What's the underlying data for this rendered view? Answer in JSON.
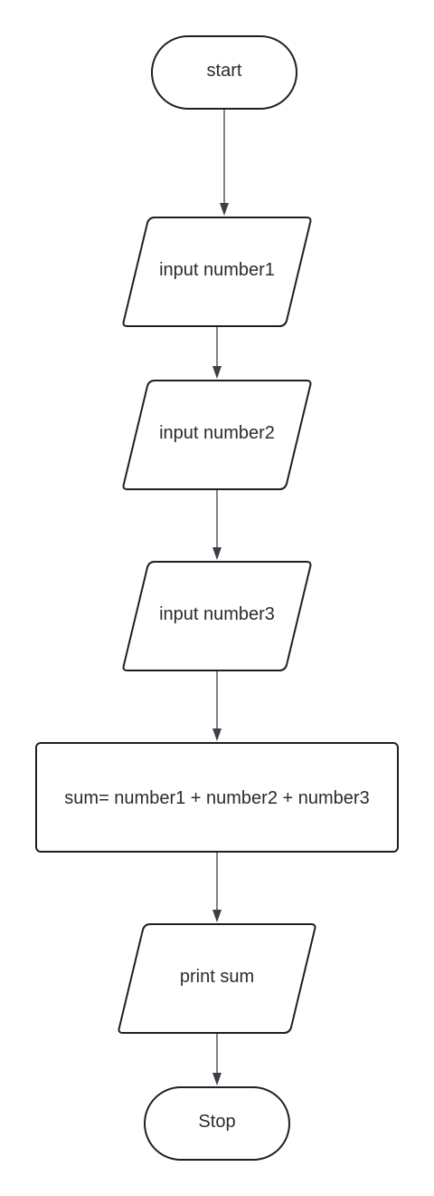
{
  "diagram": {
    "type": "flowchart",
    "colors": {
      "background": "#ffffff",
      "shape_stroke": "#1f1f1f",
      "shape_fill": "#ffffff",
      "connector": "#3a3f48",
      "text": "#2b2b2b"
    },
    "nodes": [
      {
        "id": "start",
        "shape": "terminator",
        "label": "start"
      },
      {
        "id": "input1",
        "shape": "input-output",
        "label": "input number1"
      },
      {
        "id": "input2",
        "shape": "input-output",
        "label": "input number2"
      },
      {
        "id": "input3",
        "shape": "input-output",
        "label": "input number3"
      },
      {
        "id": "sum",
        "shape": "process",
        "label": "sum= number1 + number2 + number3"
      },
      {
        "id": "print",
        "shape": "input-output",
        "label": "print sum"
      },
      {
        "id": "stop",
        "shape": "terminator",
        "label": "Stop"
      }
    ],
    "edges": [
      {
        "from": "start",
        "to": "input1"
      },
      {
        "from": "input1",
        "to": "input2"
      },
      {
        "from": "input2",
        "to": "input3"
      },
      {
        "from": "input3",
        "to": "sum"
      },
      {
        "from": "sum",
        "to": "print"
      },
      {
        "from": "print",
        "to": "stop"
      }
    ]
  }
}
